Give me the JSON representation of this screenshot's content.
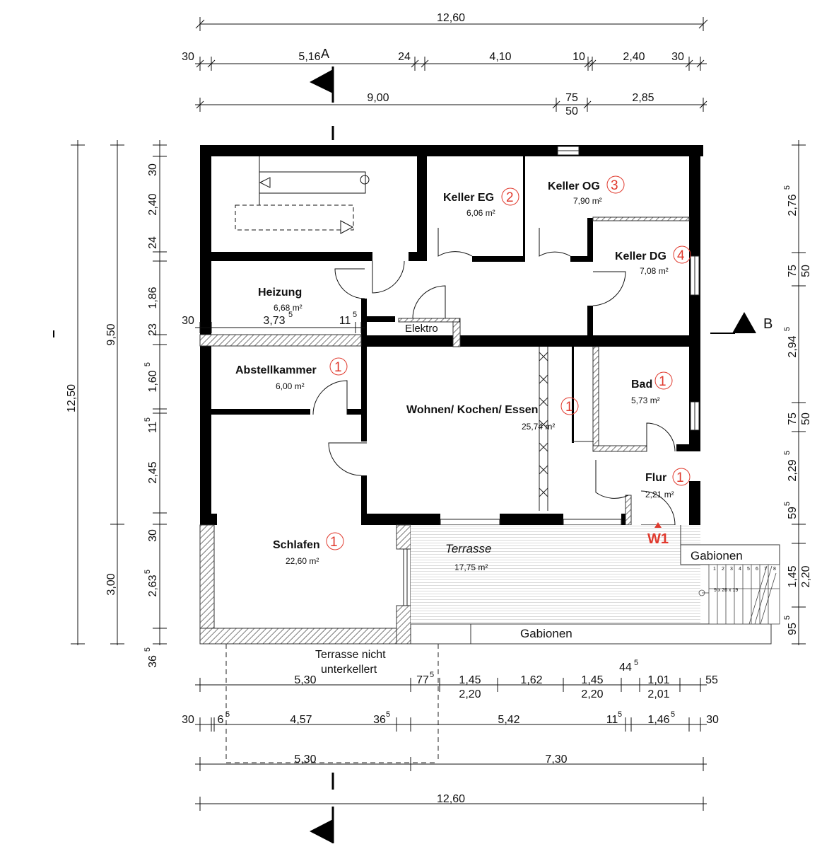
{
  "dims": {
    "top_total": "12,60",
    "top_row2": [
      "30",
      "5,16",
      "24",
      "4,10",
      "10",
      "2,40",
      "30"
    ],
    "top_row3": [
      "9,00",
      "75",
      "50",
      "2,85"
    ],
    "left_total": "12,50",
    "left_row2": [
      "9,50",
      "3,00"
    ],
    "left_row3": [
      "30",
      "2,40",
      "24",
      "1,86",
      "23",
      "1,60",
      "5",
      "11",
      "5",
      "2,45",
      "30",
      "2,63",
      "5",
      "36",
      "5"
    ],
    "right_col": [
      "2,76",
      "5",
      "75",
      "50",
      "2,94",
      "5",
      "75",
      "50",
      "2,29",
      "5",
      "59",
      "5",
      "1,45",
      "2,20",
      "95",
      "5"
    ],
    "bottom_row1": [
      "5,30",
      "77",
      "5",
      "1,45",
      "2,20",
      "1,62",
      "1,45",
      "2,20",
      "44",
      "5",
      "1,01",
      "2,01",
      "55"
    ],
    "bottom_row2": [
      "30",
      "6",
      "5",
      "4,57",
      "36",
      "5",
      "5,42",
      "11",
      "5",
      "1,46",
      "5",
      "30"
    ],
    "bottom_row3": [
      "5,30",
      "7,30"
    ],
    "bottom_total": "12,60",
    "heizung_row": [
      "30",
      "3,73",
      "5",
      "11",
      "5"
    ]
  },
  "section_marks": {
    "a": "A",
    "b": "B"
  },
  "rooms": {
    "keller_eg": {
      "name": "Keller EG",
      "area": "6,06 m²",
      "num": "2"
    },
    "keller_og": {
      "name": "Keller OG",
      "area": "7,90 m²",
      "num": "3"
    },
    "keller_dg": {
      "name": "Keller DG",
      "area": "7,08 m²",
      "num": "4"
    },
    "heizung": {
      "name": "Heizung",
      "area": "6,68 m²"
    },
    "elektro": {
      "name": "Elektro"
    },
    "abstellkammer": {
      "name": "Abstellkammer",
      "area": "6,00 m²",
      "num": "1"
    },
    "wohnen": {
      "name": "Wohnen/ Kochen/ Essen",
      "area": "25,74 m²",
      "num": "1"
    },
    "bad": {
      "name": "Bad",
      "area": "5,73 m²",
      "num": "1"
    },
    "flur": {
      "name": "Flur",
      "area": "2,21 m²",
      "num": "1"
    },
    "schlafen": {
      "name": "Schlafen",
      "area": "22,60 m²",
      "num": "1"
    },
    "terrasse": {
      "name": "Terrasse",
      "area": "17,75 m²"
    }
  },
  "labels": {
    "w1": "W1",
    "gabionen_right": "Gabionen",
    "gabionen_bottom": "Gabionen",
    "terrasse_note_1": "Terrasse nicht",
    "terrasse_note_2": "unterkellert",
    "stairs": "9 x 26 x 19",
    "stair_steps": [
      "1",
      "2",
      "3",
      "4",
      "5",
      "6",
      "7",
      "8"
    ]
  },
  "colors": {
    "wall": "#000000",
    "accent": "#e03a2e",
    "hatch": "#555555"
  }
}
